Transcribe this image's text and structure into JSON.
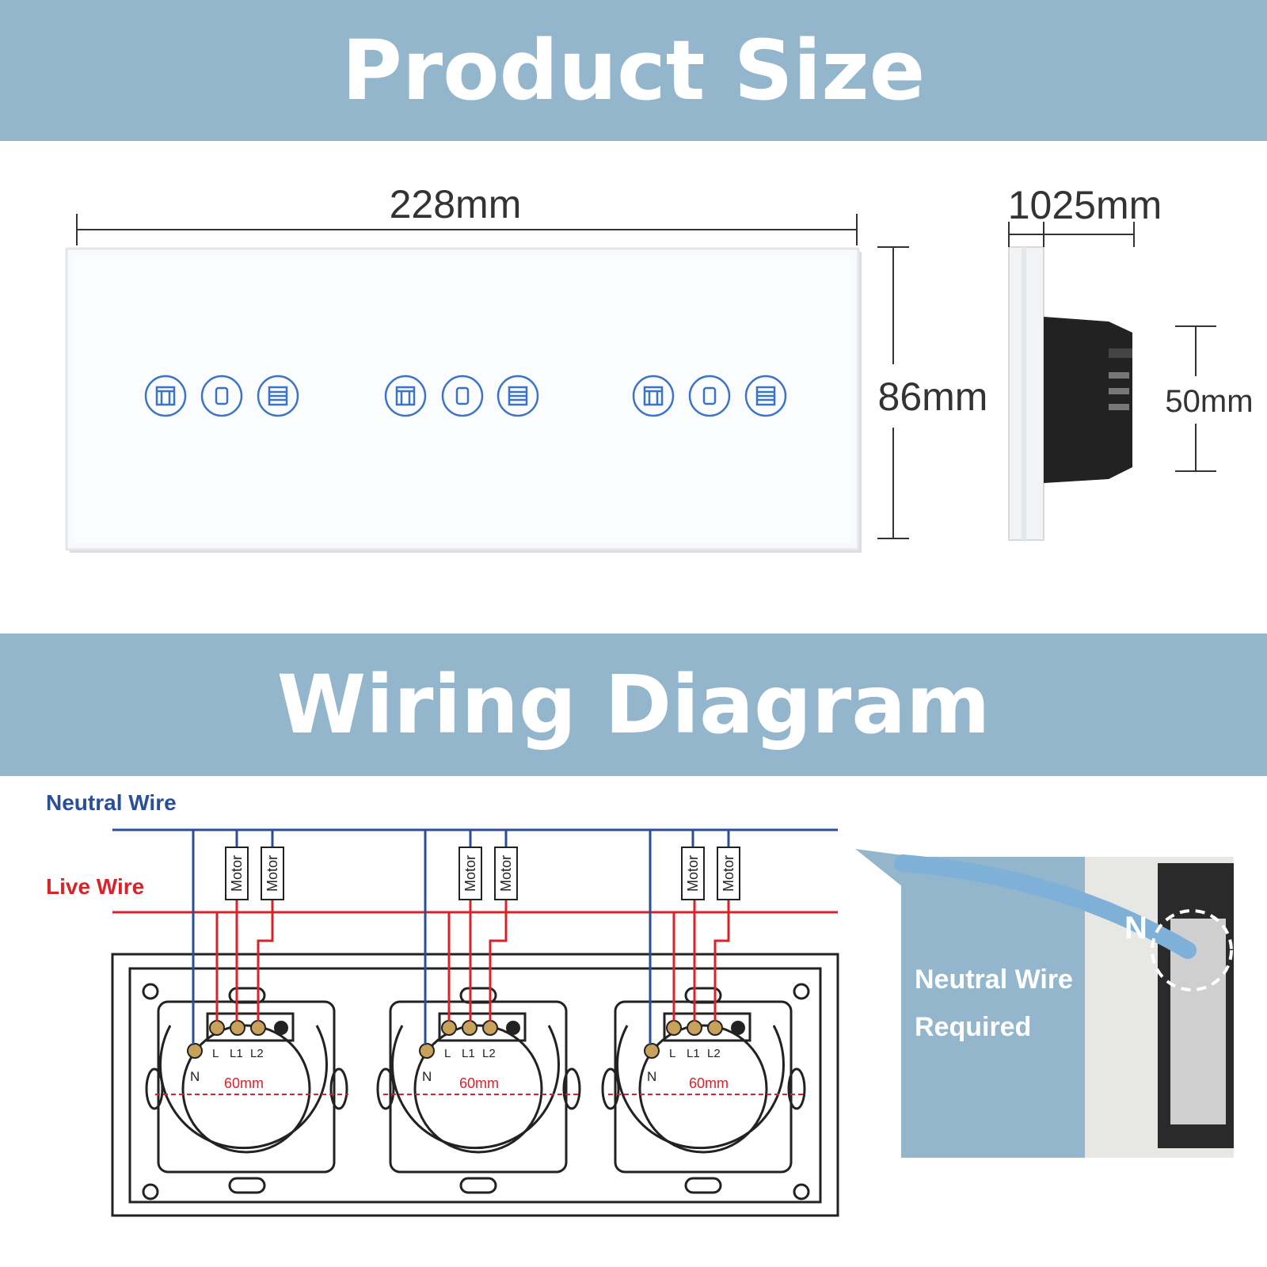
{
  "sections": {
    "product_size_title": "Product Size",
    "wiring_title": "Wiring Diagram"
  },
  "dimensions": {
    "width": "228mm",
    "height": "86mm",
    "depth": "1025mm",
    "box_height": "50mm"
  },
  "wiring": {
    "neutral_label": "Neutral Wire",
    "live_label": "Live Wire",
    "motor_label": "Motor",
    "n_label": "N",
    "l_label": "L",
    "l1_label": "L1",
    "l2_label": "L2",
    "spacing_label": "60mm",
    "callout_line1": "Neutral Wire",
    "callout_line2": "Required",
    "n_badge": "N"
  },
  "colors": {
    "banner": "#93b6cc",
    "neutral_wire": "#2a4f96",
    "live_wire": "#d9232b",
    "touch_icon": "#3b73c9"
  }
}
